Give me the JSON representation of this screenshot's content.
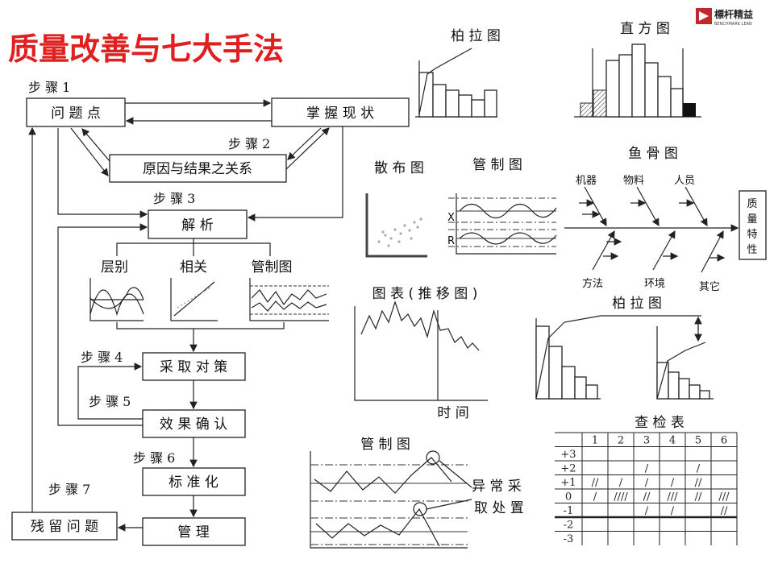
{
  "title": "质量改善与七大手法",
  "logo": {
    "name": "標杆精益",
    "sub": "BENCHMARK LEAN",
    "color": "#c0282d"
  },
  "title_color": "#e02020",
  "steps": {
    "s1": "步 骤 1",
    "s2": "步 骤 2",
    "s3": "步 骤 3",
    "s4": "步 骤 4",
    "s5": "步 骤 5",
    "s6": "步 骤 6",
    "s7": "步 骤 7"
  },
  "boxes": {
    "problem": "问 题 点",
    "status": "掌 握 现 状",
    "cause": "原因与结果之关系",
    "analysis": "解    析",
    "measures": "采 取 对 策",
    "confirm": "效 果 确 认",
    "standard": "标 准 化",
    "manage": "管    理",
    "remaining": "残 留 问 题"
  },
  "analysis_tools": [
    "层别",
    "相关",
    "管制图"
  ],
  "tools": {
    "pareto1": "柏 拉 图",
    "histogram": "直 方 图",
    "scatter": "散 布 图",
    "control1": "管 制 图",
    "control_x": "X",
    "control_r": "R",
    "fishbone": "鱼 骨 图",
    "fish_causes": [
      "机器",
      "物料",
      "人员",
      "方法",
      "环境",
      "其它"
    ],
    "fish_effect": [
      "质",
      "量",
      "特",
      "性"
    ],
    "trend": "图 表 ( 推 移 图 )",
    "trend_x": "时 间",
    "pareto2": "柏 拉 图",
    "control2": "管 制 图",
    "abnormal": [
      "异 常 采",
      "取 处 置"
    ],
    "checksheet": "查 检 表"
  },
  "checksheet": {
    "columns": [
      "1",
      "2",
      "3",
      "4",
      "5",
      "6"
    ],
    "rows": [
      {
        "label": "+3",
        "cells": [
          "",
          "",
          "",
          "",
          "",
          ""
        ]
      },
      {
        "label": "+2",
        "cells": [
          "",
          "",
          "/",
          "",
          "/",
          ""
        ]
      },
      {
        "label": "+1",
        "cells": [
          "//",
          "/",
          "/",
          "/",
          "//",
          ""
        ]
      },
      {
        "label": "0",
        "cells": [
          "/",
          "////",
          "//",
          "///",
          "//",
          "///"
        ]
      },
      {
        "label": "-1",
        "cells": [
          "",
          "",
          "/",
          "/",
          "",
          "//"
        ]
      },
      {
        "label": "-2",
        "cells": [
          "",
          "",
          "",
          "",
          "",
          ""
        ]
      },
      {
        "label": "-3",
        "cells": [
          "",
          "",
          "",
          "",
          "",
          ""
        ]
      }
    ]
  }
}
